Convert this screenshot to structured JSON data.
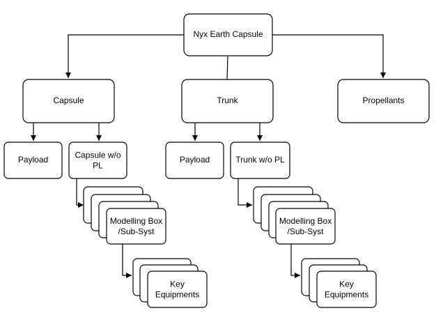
{
  "diagram": {
    "root": {
      "label": "Nyx Earth Capsule"
    },
    "capsule": {
      "label": "Capsule"
    },
    "trunk": {
      "label": "Trunk"
    },
    "propellants": {
      "label": "Propellants"
    },
    "capsule_payload": {
      "label": "Payload"
    },
    "capsule_wo_pl": {
      "label": "Capsule w/o PL"
    },
    "trunk_payload": {
      "label": "Payload"
    },
    "trunk_wo_pl": {
      "label": "Trunk w/o PL"
    },
    "capsule_modelling_box": {
      "label": "Modelling Box /Sub-Syst"
    },
    "capsule_key_equipments": {
      "label": "Key Equipments"
    },
    "trunk_modelling_box": {
      "label": "Modelling Box /Sub-Syst"
    },
    "trunk_key_equipments": {
      "label": "Key Equipments"
    }
  }
}
